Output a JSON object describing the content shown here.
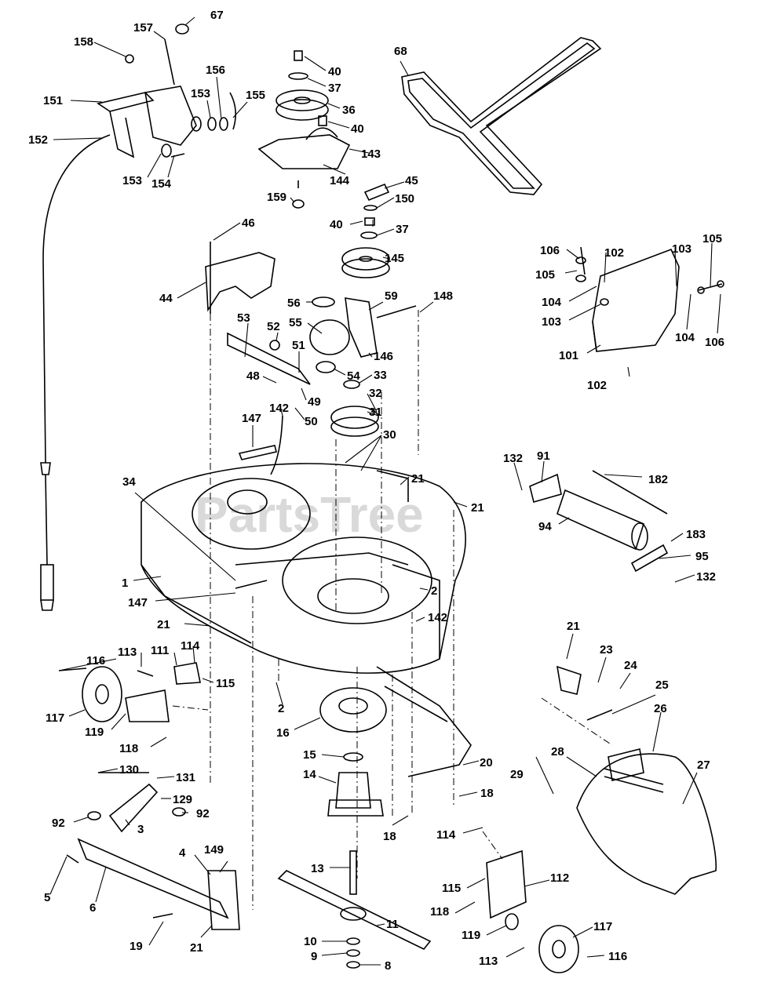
{
  "watermark": "PartsTree",
  "callouts": [
    {
      "n": "67"
    },
    {
      "n": "157"
    },
    {
      "n": "158"
    },
    {
      "n": "151"
    },
    {
      "n": "156"
    },
    {
      "n": "153"
    },
    {
      "n": "155"
    },
    {
      "n": "152"
    },
    {
      "n": "153"
    },
    {
      "n": "154"
    },
    {
      "n": "40"
    },
    {
      "n": "37"
    },
    {
      "n": "36"
    },
    {
      "n": "40"
    },
    {
      "n": "143"
    },
    {
      "n": "144"
    },
    {
      "n": "68"
    },
    {
      "n": "159"
    },
    {
      "n": "45"
    },
    {
      "n": "150"
    },
    {
      "n": "40"
    },
    {
      "n": "37"
    },
    {
      "n": "145"
    },
    {
      "n": "46"
    },
    {
      "n": "44"
    },
    {
      "n": "56"
    },
    {
      "n": "59"
    },
    {
      "n": "148"
    },
    {
      "n": "53"
    },
    {
      "n": "52"
    },
    {
      "n": "55"
    },
    {
      "n": "51"
    },
    {
      "n": "146"
    },
    {
      "n": "54"
    },
    {
      "n": "33"
    },
    {
      "n": "48"
    },
    {
      "n": "49"
    },
    {
      "n": "32"
    },
    {
      "n": "142"
    },
    {
      "n": "50"
    },
    {
      "n": "31"
    },
    {
      "n": "147"
    },
    {
      "n": "30"
    },
    {
      "n": "106"
    },
    {
      "n": "102"
    },
    {
      "n": "103"
    },
    {
      "n": "105"
    },
    {
      "n": "105"
    },
    {
      "n": "104"
    },
    {
      "n": "103"
    },
    {
      "n": "104"
    },
    {
      "n": "106"
    },
    {
      "n": "101"
    },
    {
      "n": "102"
    },
    {
      "n": "132"
    },
    {
      "n": "91"
    },
    {
      "n": "182"
    },
    {
      "n": "94"
    },
    {
      "n": "183"
    },
    {
      "n": "95"
    },
    {
      "n": "132"
    },
    {
      "n": "34"
    },
    {
      "n": "21"
    },
    {
      "n": "21"
    },
    {
      "n": "1"
    },
    {
      "n": "147"
    },
    {
      "n": "2"
    },
    {
      "n": "21"
    },
    {
      "n": "142"
    },
    {
      "n": "116"
    },
    {
      "n": "113"
    },
    {
      "n": "111"
    },
    {
      "n": "114"
    },
    {
      "n": "115"
    },
    {
      "n": "117"
    },
    {
      "n": "119"
    },
    {
      "n": "118"
    },
    {
      "n": "2"
    },
    {
      "n": "16"
    },
    {
      "n": "21"
    },
    {
      "n": "23"
    },
    {
      "n": "24"
    },
    {
      "n": "25"
    },
    {
      "n": "26"
    },
    {
      "n": "15"
    },
    {
      "n": "14"
    },
    {
      "n": "20"
    },
    {
      "n": "28"
    },
    {
      "n": "27"
    },
    {
      "n": "29"
    },
    {
      "n": "18"
    },
    {
      "n": "18"
    },
    {
      "n": "114"
    },
    {
      "n": "130"
    },
    {
      "n": "131"
    },
    {
      "n": "129"
    },
    {
      "n": "92"
    },
    {
      "n": "92"
    },
    {
      "n": "3"
    },
    {
      "n": "4"
    },
    {
      "n": "149"
    },
    {
      "n": "5"
    },
    {
      "n": "6"
    },
    {
      "n": "13"
    },
    {
      "n": "112"
    },
    {
      "n": "115"
    },
    {
      "n": "118"
    },
    {
      "n": "11"
    },
    {
      "n": "119"
    },
    {
      "n": "117"
    },
    {
      "n": "19"
    },
    {
      "n": "21"
    },
    {
      "n": "10"
    },
    {
      "n": "9"
    },
    {
      "n": "8"
    },
    {
      "n": "113"
    },
    {
      "n": "116"
    }
  ]
}
